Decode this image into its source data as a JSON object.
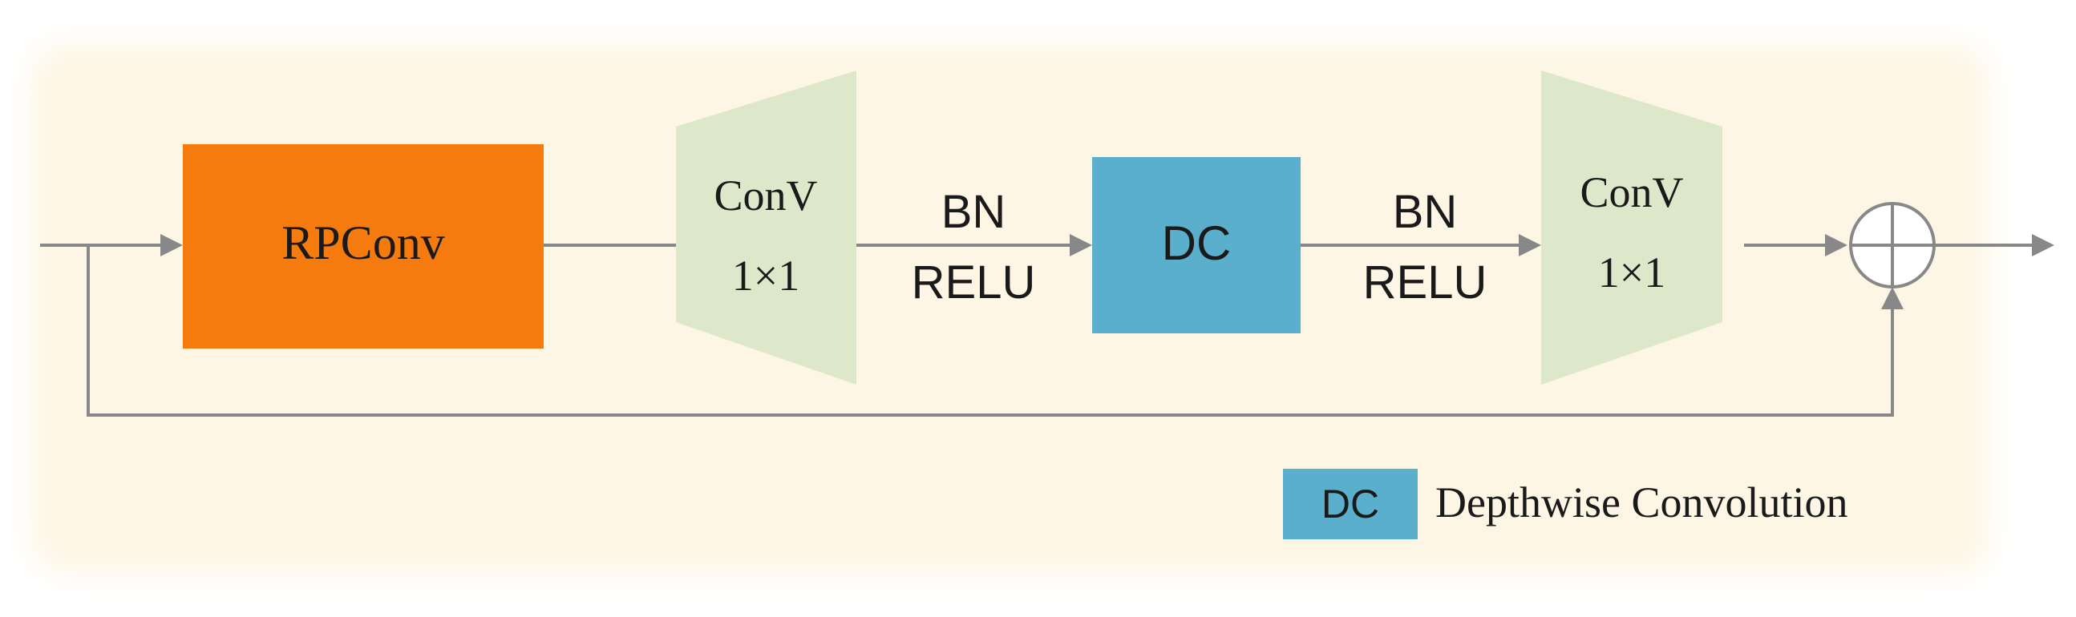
{
  "blocks": {
    "rpconv": {
      "label": "RPConv"
    },
    "conv_in": {
      "line1": "ConV",
      "line2": "1×1"
    },
    "activation_1": {
      "line1": "BN",
      "line2": "RELU"
    },
    "dc": {
      "label": "DC"
    },
    "activation_2": {
      "line1": "BN",
      "line2": "RELU"
    },
    "conv_out": {
      "line1": "ConV",
      "line2": "1×1"
    }
  },
  "legend": {
    "key": "DC",
    "description": "Depthwise Convolution"
  },
  "colors": {
    "rpconv_fill": "#f57b0f",
    "dc_fill": "#5aafcd",
    "conv_fill": "#dce8c9",
    "line": "#888888",
    "panel_fill": "#fdf6e4"
  }
}
